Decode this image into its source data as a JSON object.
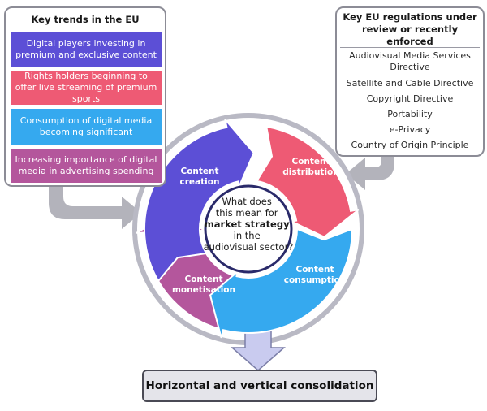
{
  "trends": {
    "title": "Key trends in the EU",
    "items": [
      {
        "text": "Digital players investing in premium and exclusive content",
        "color": "#5c4fd6"
      },
      {
        "text": "Rights holders beginning to offer live streaming of premium sports",
        "color": "#ee5a74"
      },
      {
        "text": "Consumption of digital media becoming significant",
        "color": "#35a9ef"
      },
      {
        "text": "Increasing importance of digital media in advertising spending",
        "color": "#b4569c"
      }
    ]
  },
  "regulations": {
    "title": "Key EU regulations under review or recently enforced",
    "items": [
      "Audiovisual Media Services Directive",
      "Satellite and Cable Directive",
      "Copyright Directive",
      "Portability",
      "e-Privacy",
      "Country of Origin Principle"
    ]
  },
  "cycle": {
    "center_pre": "What does this mean for",
    "center_bold": "market strategy",
    "center_post": "in the audiovisual sector?",
    "stages": [
      {
        "label": "Content creation",
        "color": "#5c4fd6"
      },
      {
        "label": "Content distribution",
        "color": "#ee5a74"
      },
      {
        "label": "Content consumption",
        "color": "#35a9ef"
      },
      {
        "label": "Content monetisation",
        "color": "#b4569c"
      }
    ]
  },
  "outcome": {
    "label": "Horizontal and vertical consolidation"
  },
  "colors": {
    "ring_border": "#b9b9c4",
    "arrow_gray": "#b3b3bb",
    "down_arrow": "#c9cbef",
    "down_arrow_stroke": "#7c7fa8"
  }
}
